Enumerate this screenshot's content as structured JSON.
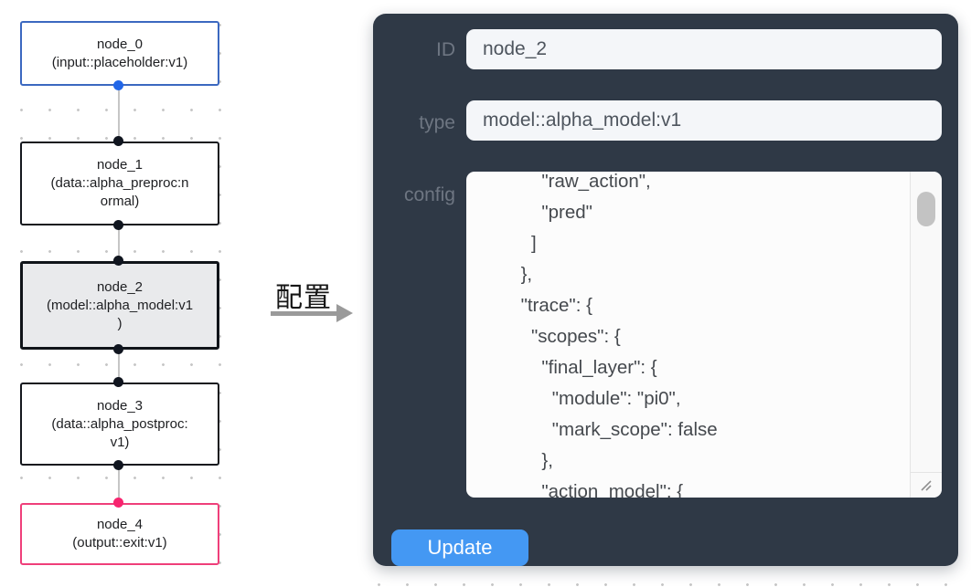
{
  "flow": {
    "nodes": [
      {
        "title": "node_0",
        "subtitle": "(input::placeholder:v1)"
      },
      {
        "title": "node_1",
        "subtitle": "(data::alpha_preproc:n\normal)"
      },
      {
        "title": "node_2",
        "subtitle": "(model::alpha_model:v1\n)"
      },
      {
        "title": "node_3",
        "subtitle": "(data::alpha_postproc:\nv1)"
      },
      {
        "title": "node_4",
        "subtitle": "(output::exit:v1)"
      }
    ],
    "selected_node": "node_2"
  },
  "transfer": {
    "label": "配置"
  },
  "panel": {
    "id_label": "ID",
    "id_value": "node_2",
    "type_label": "type",
    "type_value": "model::alpha_model:v1",
    "config_label": "config",
    "config_value": "            \"raw_action\",\n            \"pred\"\n          ]\n        },\n        \"trace\": {\n          \"scopes\": {\n            \"final_layer\": {\n              \"module\": \"pi0\",\n              \"mark_scope\": false\n            },\n            \"action_model\": {",
    "update_label": "Update"
  },
  "colors": {
    "panel_bg": "#2f3946",
    "update_button": "#4498f3",
    "input_node_border": "#3b68c0",
    "input_port": "#2166e8",
    "output_node_border": "#ef3f7a",
    "output_port": "#f7256f",
    "selected_node_bg": "#e9eaec",
    "node_border": "#15181e",
    "edge": "#c6c6c6"
  }
}
